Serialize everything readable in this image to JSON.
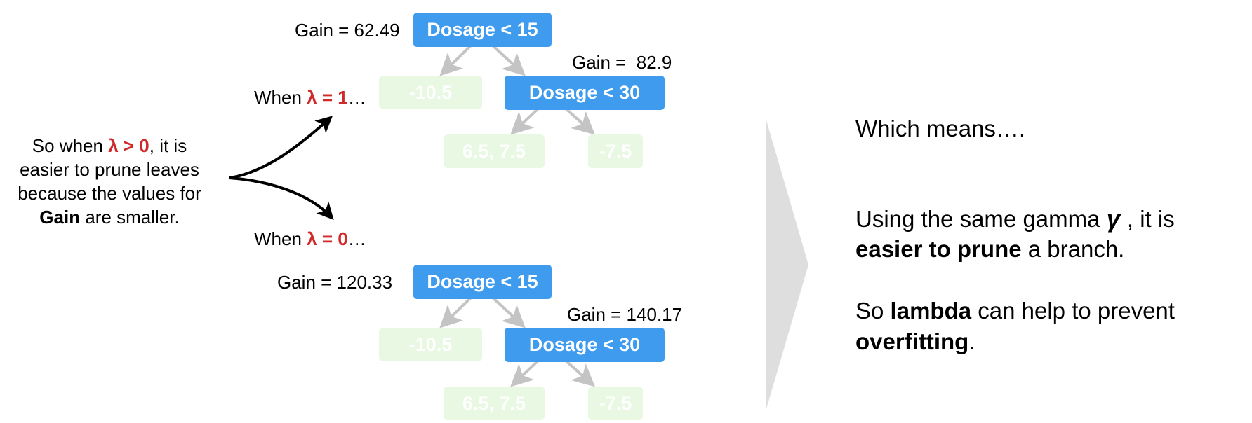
{
  "top_tree": {
    "gain_root": "Gain = 62.49",
    "root": "Dosage < 15",
    "leaf_left": "-10.5",
    "gain_child": "Gain =  82.9",
    "child": "Dosage < 30",
    "leaf_a": "6.5, 7.5",
    "leaf_b": "-7.5",
    "when_prefix": "When ",
    "when_lambda": "λ = 1",
    "when_suffix": "…"
  },
  "bottom_tree": {
    "gain_root": "Gain = 120.33",
    "root": "Dosage < 15",
    "leaf_left": "-10.5",
    "gain_child": "Gain = 140.17",
    "child": "Dosage < 30",
    "leaf_a": "6.5, 7.5",
    "leaf_b": "-7.5",
    "when_prefix": "When ",
    "when_lambda": "λ = 0",
    "when_suffix": "…"
  },
  "left_note": {
    "p1": "So when ",
    "lambda": "λ > 0",
    "p2": ", it is",
    "line2": "easier to prune leaves",
    "line3": "because the values for",
    "gain": "Gain",
    "line4_rest": " are smaller."
  },
  "right_panel": {
    "which_means": "Which means….",
    "line1a": "Using the same gamma ",
    "gamma": "γ",
    "line1b": " , it is",
    "line2_bold": "easier to prune",
    "line2_rest": " a branch.",
    "line3a": "So ",
    "line3_bold": "lambda",
    "line3_rest": " can help to prevent",
    "line4_bold": "overfitting",
    "line4_rest": "."
  },
  "colors": {
    "node_blue": "#3e9bee",
    "leaf_green": "#e8f8e2",
    "lambda_red": "#d12a2a",
    "connector_gray": "#c4c4c4",
    "chevron_gray": "#dedede"
  }
}
